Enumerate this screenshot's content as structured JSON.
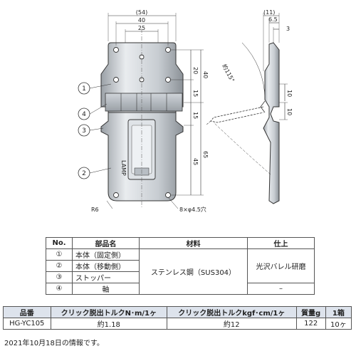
{
  "drawing": {
    "dims_front": {
      "overall_width": "(54)",
      "hole_spacing_outer": "40",
      "hole_spacing_inner": "25",
      "v_20": "20",
      "v_40": "40",
      "v_15a": "15",
      "v_15b": "15",
      "v_45": "45",
      "v_65": "65",
      "radius": "R6",
      "holes": "8×φ4.5穴"
    },
    "dims_side": {
      "overall_depth": "(11)",
      "d_6_5": "6.5",
      "d_3": "3",
      "angle": "約115°",
      "v_10a": "10",
      "v_10b": "10"
    },
    "callouts": [
      "1",
      "4",
      "3",
      "2"
    ],
    "brand_mark": "LAMP"
  },
  "parts_table": {
    "headers": [
      "No.",
      "部品名",
      "材料",
      "仕上"
    ],
    "rows": [
      {
        "no": "①",
        "name": "本体（固定側）"
      },
      {
        "no": "②",
        "name": "本体（移動側）"
      },
      {
        "no": "③",
        "name": "ストッパー"
      },
      {
        "no": "④",
        "name": "軸"
      }
    ],
    "material": "ステンレス鋼（SUS304）",
    "finish_main": "光沢バレル研磨",
    "finish_shaft": "–"
  },
  "spec_table": {
    "headers": [
      "品番",
      "クリック脱出トルクN･m/1ヶ",
      "クリック脱出トルクkgf･cm/1ヶ",
      "質量g",
      "1箱"
    ],
    "row": [
      "HG-YC105",
      "約1.18",
      "約12",
      "122",
      "10ヶ"
    ]
  },
  "note": "2021年10月18日の情報です。"
}
